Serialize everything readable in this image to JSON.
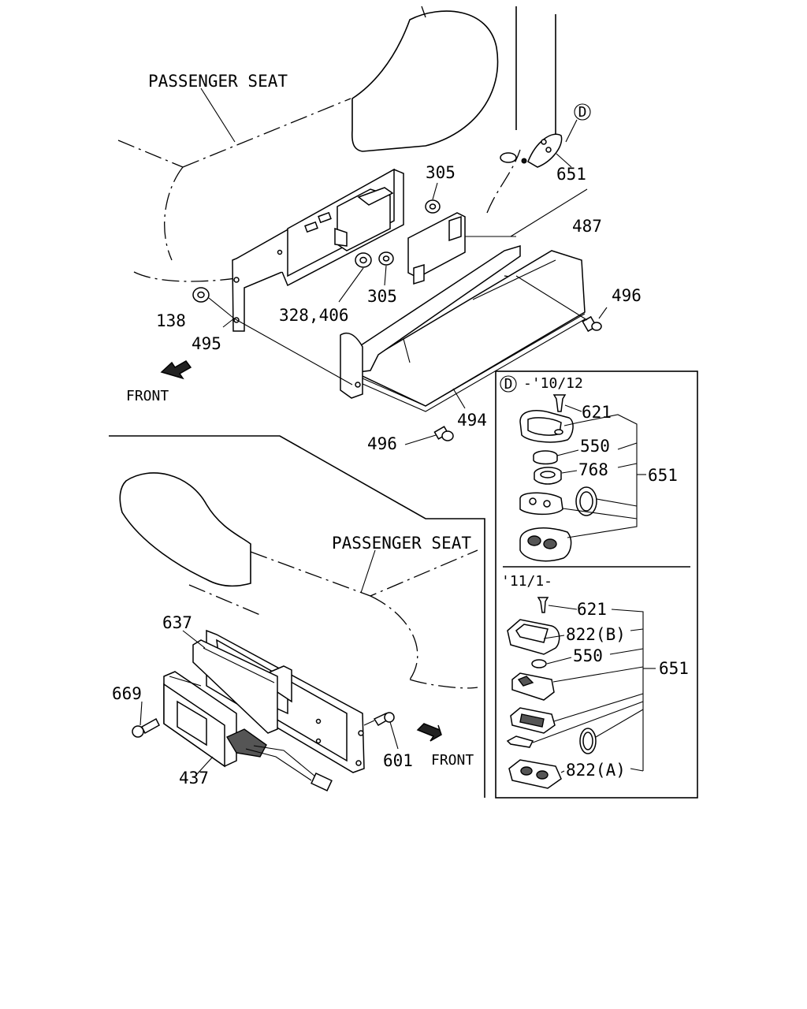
{
  "labels": {
    "passenger_seat_top": "PASSENGER SEAT",
    "passenger_seat_bottom": "PASSENGER SEAT",
    "front_top": "FRONT",
    "front_bottom": "FRONT",
    "p305_a": "305",
    "p305_b": "305",
    "p651_top": "651",
    "p487": "487",
    "p496_a": "496",
    "p496_b": "496",
    "p138": "138",
    "p328_406": "328,406",
    "p495": "495",
    "p494": "494",
    "p637": "637",
    "p669": "669",
    "p437": "437",
    "p601": "601",
    "callout_d": "D"
  },
  "inset_d": {
    "marker": "D",
    "date_range": "-'10/12",
    "parts": [
      "621",
      "550",
      "768"
    ],
    "assembly": "651"
  },
  "inset_11": {
    "date_range": "'11/1-",
    "parts": [
      "621",
      "822(B)",
      "550",
      "822(A)"
    ],
    "assembly": "651"
  }
}
